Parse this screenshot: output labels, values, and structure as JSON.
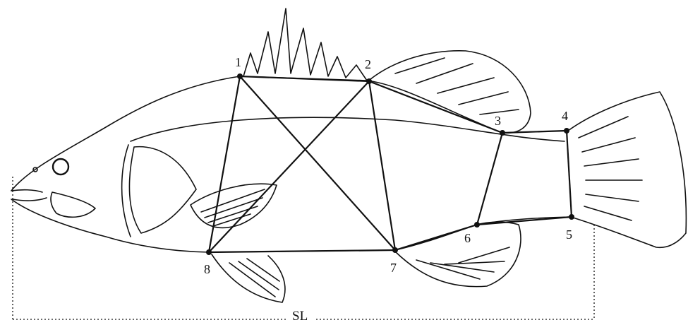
{
  "figure": {
    "landmarks": [
      {
        "id": 1,
        "label": "1"
      },
      {
        "id": 2,
        "label": "2"
      },
      {
        "id": 3,
        "label": "3"
      },
      {
        "id": 4,
        "label": "4"
      },
      {
        "id": 5,
        "label": "5"
      },
      {
        "id": 6,
        "label": "6"
      },
      {
        "id": 7,
        "label": "7"
      },
      {
        "id": 8,
        "label": "8"
      }
    ],
    "truss_connections": [
      [
        1,
        2
      ],
      [
        2,
        3
      ],
      [
        3,
        4
      ],
      [
        4,
        5
      ],
      [
        5,
        6
      ],
      [
        6,
        7
      ],
      [
        7,
        8
      ],
      [
        8,
        1
      ],
      [
        1,
        7
      ],
      [
        2,
        8
      ],
      [
        2,
        7
      ],
      [
        3,
        6
      ]
    ],
    "measurement_label": "SL",
    "colors": {
      "line": "#111111",
      "background": "#ffffff"
    }
  }
}
